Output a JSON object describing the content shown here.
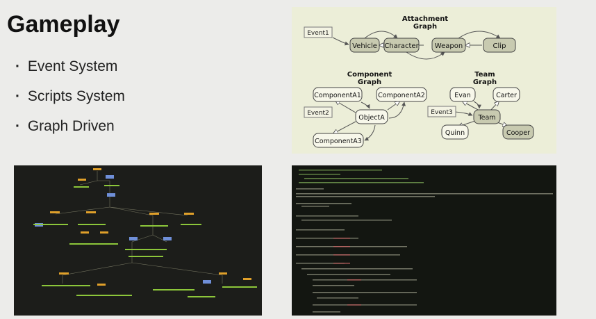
{
  "slide": {
    "title": "Gameplay",
    "bullets": [
      "Event System",
      "Scripts System",
      "Graph Driven"
    ]
  },
  "attachment_graph": {
    "title_line1": "Attachment",
    "title_line2": "Graph",
    "event": "Event1",
    "nodes": [
      "Vehicle",
      "Character",
      "Weapon",
      "Clip"
    ]
  },
  "component_graph": {
    "title_line1": "Component",
    "title_line2": "Graph",
    "event": "Event2",
    "nodes": [
      "ComponentA1",
      "ComponentA2",
      "ObjectA",
      "ComponentA3"
    ]
  },
  "team_graph": {
    "title_line1": "Team",
    "title_line2": "Graph",
    "event": "Event3",
    "nodes": [
      "Evan",
      "Carter",
      "Team",
      "Quinn",
      "Cooper"
    ]
  },
  "colors": {
    "node_fill": "#c8cab0",
    "diagram_bg": "#eceed8",
    "editor_bg": "#1c1d1a",
    "code_bg": "#131611"
  }
}
